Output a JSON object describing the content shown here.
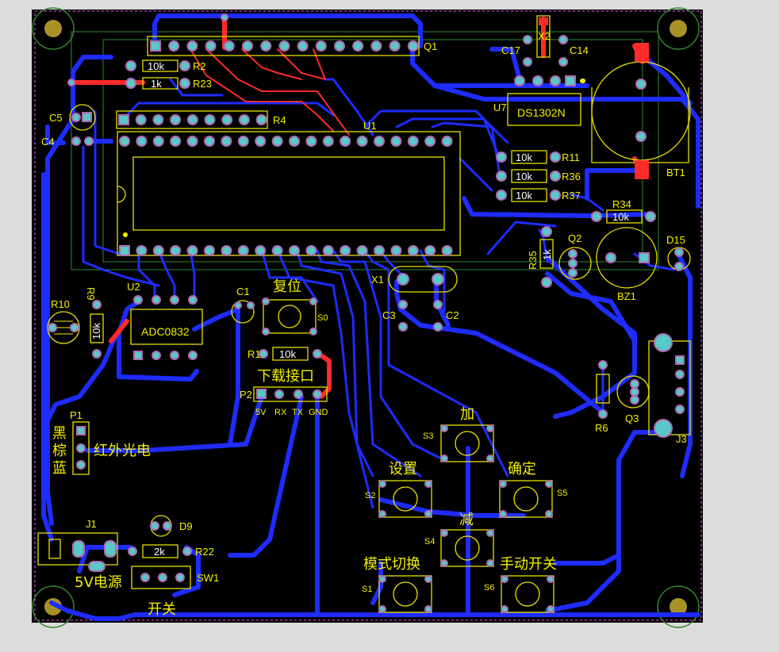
{
  "colors": {
    "board": "#000000",
    "top_copper": "#ff2a2a",
    "bottom_copper": "#1e2cff",
    "silkscreen": "#f4f000",
    "pad": "#58c8c8",
    "outline": "#2e8a2e",
    "background": "#dcdcdc"
  },
  "components": {
    "Q1": "Q1",
    "U1": "U1",
    "U7": "U7",
    "U7_part": "DS1302N",
    "X2": "X2",
    "C17": "C17",
    "C14": "C14",
    "R2": "R2",
    "R2_val": "10k",
    "R23": "R23",
    "R23_val": "1k",
    "R4": "R4",
    "C5": "C5",
    "C4": "C4",
    "R11": "R11",
    "R11_val": "10k",
    "R36": "R36",
    "R36_val": "10k",
    "R37": "R37",
    "R37_val": "10k",
    "R34": "R34",
    "R34_val": "10k",
    "BT1": "BT1",
    "D15": "D15",
    "Q2": "Q2",
    "BZ1": "BZ1",
    "R35": "R35",
    "R35_val": "1k",
    "U2": "U2",
    "U2_part": "ADC0832",
    "R10": "R10",
    "R9": "R9",
    "R9_val": "10k",
    "C1": "C1",
    "reset_label": "复位",
    "S0": "S0",
    "R1": "R1",
    "R1_val": "10k",
    "X1": "X1",
    "C3": "C3",
    "C2": "C2",
    "download_label": "下载接口",
    "P2": "P2",
    "P2_pins": [
      "5V",
      "RX",
      "TX",
      "GND"
    ],
    "P1": "P1",
    "P1_colors": [
      "黑",
      "棕",
      "蓝"
    ],
    "ir_label": "红外光电",
    "R6": "R6",
    "Q3": "Q3",
    "J3": "J3",
    "add_label": "加",
    "S3": "S3",
    "set_label": "设置",
    "S2": "S2",
    "confirm_label": "确定",
    "S5": "S5",
    "sub_label": "减",
    "S4": "S4",
    "mode_label": "模式切换",
    "S1": "S1",
    "manual_label": "手动开关",
    "S6": "S6",
    "J1": "J1",
    "power_label": "5V电源",
    "D9": "D9",
    "R22": "R22",
    "R22_val": "2k",
    "SW1": "SW1",
    "switch_label": "开关"
  }
}
